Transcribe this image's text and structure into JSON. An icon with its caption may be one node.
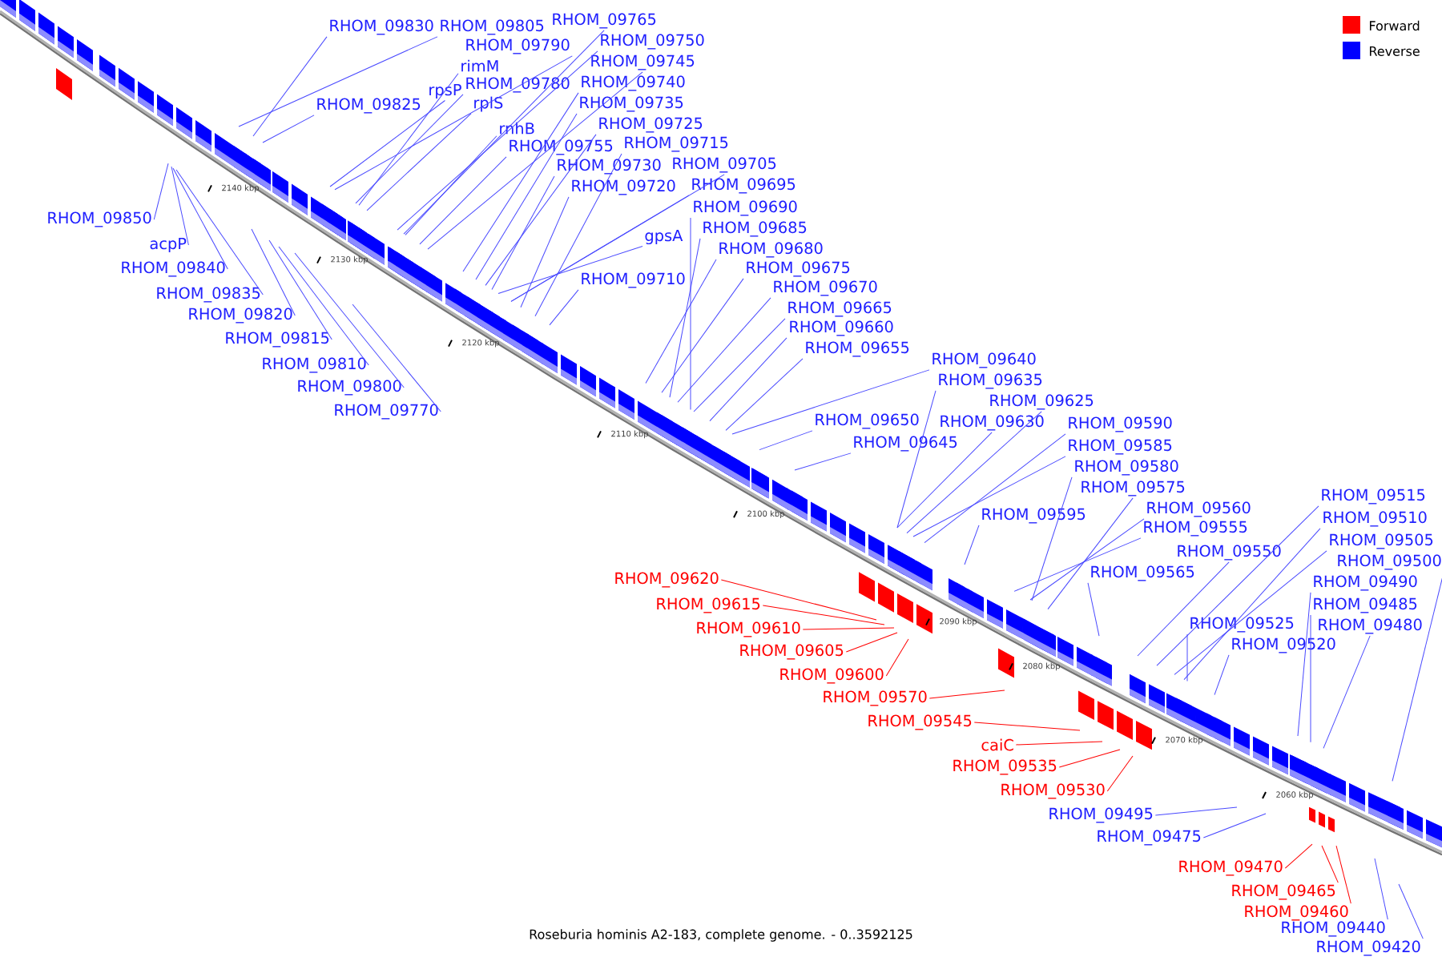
{
  "diagram": {
    "caption": "Roseburia hominis A2-183, complete genome. - 0..3592125",
    "nodes": [
      {
        "text": [
          "RHOM_09830"
        ]
      },
      {
        "text": [
          "RHOM_09805"
        ]
      },
      {
        "text": [
          "RHOM_09765"
        ]
      },
      {
        "text": [
          "RHOM_09790"
        ]
      },
      {
        "text": [
          "rimM"
        ]
      },
      {
        "text": [
          "RHOM_09750"
        ]
      },
      {
        "text": [
          "RHOM_09745"
        ]
      },
      {
        "text": [
          "RHOM_09780"
        ]
      },
      {
        "text": [
          "rpsP"
        ]
      },
      {
        "text": [
          "RHOM_09740"
        ]
      },
      {
        "text": [
          "RHOM_09825"
        ]
      },
      {
        "text": [
          "rplS"
        ]
      },
      {
        "text": [
          "RHOM_09735"
        ]
      },
      {
        "text": [
          "rnhB"
        ]
      },
      {
        "text": [
          "RHOM_09725"
        ]
      },
      {
        "text": [
          "RHOM_09755"
        ]
      },
      {
        "text": [
          "RHOM_09715"
        ]
      },
      {
        "text": [
          "RHOM_09730"
        ]
      },
      {
        "text": [
          "RHOM_09705"
        ]
      },
      {
        "text": [
          "RHOM_09720"
        ]
      },
      {
        "text": [
          "RHOM_09695"
        ]
      },
      {
        "text": [
          "RHOM_09690"
        ]
      },
      {
        "text": [
          "gpsA"
        ]
      },
      {
        "text": [
          "RHOM_09685"
        ]
      },
      {
        "text": [
          "RHOM_09680"
        ]
      },
      {
        "text": [
          "RHOM_09710"
        ]
      },
      {
        "text": [
          "RHOM_09675"
        ]
      },
      {
        "text": [
          "RHOM_09670"
        ]
      },
      {
        "text": [
          "RHOM_09665"
        ]
      },
      {
        "text": [
          "RHOM_09660"
        ]
      },
      {
        "text": [
          "RHOM_09655"
        ]
      },
      {
        "text": [
          "RHOM_09640"
        ]
      },
      {
        "text": [
          "RHOM_09635"
        ]
      },
      {
        "text": [
          "RHOM_09625"
        ]
      },
      {
        "text": [
          "RHOM_09650"
        ]
      },
      {
        "text": [
          "RHOM_09630"
        ]
      },
      {
        "text": [
          "RHOM_09590"
        ]
      },
      {
        "text": [
          "RHOM_09645"
        ]
      },
      {
        "text": [
          "RHOM_09585"
        ]
      },
      {
        "text": [
          "RHOM_09580"
        ]
      },
      {
        "text": [
          "RHOM_09575"
        ]
      },
      {
        "text": [
          "RHOM_09595"
        ]
      },
      {
        "text": [
          "RHOM_09560"
        ]
      },
      {
        "text": [
          "RHOM_09555"
        ]
      },
      {
        "text": [
          "RHOM_09550"
        ]
      },
      {
        "text": [
          "RHOM_09565"
        ]
      },
      {
        "text": [
          "RHOM_09515"
        ]
      },
      {
        "text": [
          "RHOM_09510"
        ]
      },
      {
        "text": [
          "RHOM_09505"
        ]
      },
      {
        "text": [
          "RHOM_09500"
        ]
      },
      {
        "text": [
          "RHOM_09490"
        ]
      },
      {
        "text": [
          "RHOM_09485"
        ]
      },
      {
        "text": [
          "RHOM_09480"
        ]
      },
      {
        "text": [
          "RHOM_09525"
        ]
      },
      {
        "text": [
          "RHOM_09520"
        ]
      },
      {
        "text": [
          "RHOM_09850"
        ]
      },
      {
        "text": [
          "acpP"
        ]
      },
      {
        "text": [
          "RHOM_09840"
        ]
      },
      {
        "text": [
          "RHOM_09835"
        ]
      },
      {
        "text": [
          "RHOM_09820"
        ]
      },
      {
        "text": [
          "RHOM_09815"
        ]
      },
      {
        "text": [
          "RHOM_09810"
        ]
      },
      {
        "text": [
          "RHOM_09800"
        ]
      },
      {
        "text": [
          "RHOM_09770"
        ]
      },
      {
        "text": [
          "RHOM_09620"
        ]
      },
      {
        "text": [
          "RHOM_09615"
        ]
      },
      {
        "text": [
          "RHOM_09610"
        ]
      },
      {
        "text": [
          "RHOM_09605"
        ]
      },
      {
        "text": [
          "RHOM_09600"
        ]
      },
      {
        "text": [
          "RHOM_09570"
        ]
      },
      {
        "text": [
          "RHOM_09545"
        ]
      },
      {
        "text": [
          "caiC"
        ]
      },
      {
        "text": [
          "RHOM_09535"
        ]
      },
      {
        "text": [
          "RHOM_09530"
        ]
      },
      {
        "text": [
          "RHOM_09495"
        ]
      },
      {
        "text": [
          "RHOM_09475"
        ]
      },
      {
        "text": [
          "RHOM_09470"
        ]
      },
      {
        "text": [
          "RHOM_09465"
        ]
      },
      {
        "text": [
          "RHOM_09460"
        ]
      },
      {
        "text": [
          "RHOM_09440"
        ]
      },
      {
        "text": [
          "RHOM_09420"
        ]
      }
    ],
    "edges": [
      {
        "from": 0,
        "to": null,
        "arrow": "none"
      },
      {
        "from": 1,
        "to": null,
        "arrow": "none"
      },
      {
        "from": 2,
        "to": null,
        "arrow": "none"
      },
      {
        "from": 3,
        "to": null,
        "arrow": "none"
      },
      {
        "from": 4,
        "to": null,
        "arrow": "none"
      },
      {
        "from": 5,
        "to": null,
        "arrow": "none"
      },
      {
        "from": 6,
        "to": null,
        "arrow": "none"
      },
      {
        "from": 7,
        "to": null,
        "arrow": "none"
      },
      {
        "from": 8,
        "to": null,
        "arrow": "none"
      },
      {
        "from": 9,
        "to": null,
        "arrow": "none"
      },
      {
        "from": 10,
        "to": null,
        "arrow": "none"
      },
      {
        "from": 11,
        "to": null,
        "arrow": "none"
      },
      {
        "from": 12,
        "to": null,
        "arrow": "none"
      },
      {
        "from": 13,
        "to": null,
        "arrow": "none"
      },
      {
        "from": 14,
        "to": null,
        "arrow": "none"
      },
      {
        "from": 15,
        "to": null,
        "arrow": "none"
      },
      {
        "from": 16,
        "to": null,
        "arrow": "none"
      },
      {
        "from": 17,
        "to": null,
        "arrow": "none"
      },
      {
        "from": 18,
        "to": null,
        "arrow": "none"
      },
      {
        "from": 19,
        "to": null,
        "arrow": "none"
      },
      {
        "from": 20,
        "to": null,
        "arrow": "none"
      },
      {
        "from": 21,
        "to": null,
        "arrow": "none"
      },
      {
        "from": 22,
        "to": null,
        "arrow": "none"
      },
      {
        "from": 23,
        "to": null,
        "arrow": "none"
      },
      {
        "from": 24,
        "to": null,
        "arrow": "none"
      },
      {
        "from": 25,
        "to": null,
        "arrow": "none"
      },
      {
        "from": 26,
        "to": null,
        "arrow": "none"
      },
      {
        "from": 27,
        "to": null,
        "arrow": "none"
      },
      {
        "from": 28,
        "to": null,
        "arrow": "none"
      },
      {
        "from": 29,
        "to": null,
        "arrow": "none"
      },
      {
        "from": 30,
        "to": null,
        "arrow": "none"
      },
      {
        "from": 31,
        "to": null,
        "arrow": "none"
      },
      {
        "from": 32,
        "to": null,
        "arrow": "none"
      },
      {
        "from": 33,
        "to": null,
        "arrow": "none"
      },
      {
        "from": 34,
        "to": null,
        "arrow": "none"
      },
      {
        "from": 35,
        "to": null,
        "arrow": "none"
      },
      {
        "from": 36,
        "to": null,
        "arrow": "none"
      },
      {
        "from": 37,
        "to": null,
        "arrow": "none"
      },
      {
        "from": 38,
        "to": null,
        "arrow": "none"
      },
      {
        "from": 39,
        "to": null,
        "arrow": "none"
      },
      {
        "from": 40,
        "to": null,
        "arrow": "none"
      },
      {
        "from": 41,
        "to": null,
        "arrow": "none"
      },
      {
        "from": 42,
        "to": null,
        "arrow": "none"
      },
      {
        "from": 43,
        "to": null,
        "arrow": "none"
      },
      {
        "from": 44,
        "to": null,
        "arrow": "none"
      },
      {
        "from": 45,
        "to": null,
        "arrow": "none"
      },
      {
        "from": 46,
        "to": null,
        "arrow": "none"
      },
      {
        "from": 47,
        "to": null,
        "arrow": "none"
      },
      {
        "from": 48,
        "to": null,
        "arrow": "none"
      },
      {
        "from": 49,
        "to": null,
        "arrow": "none"
      },
      {
        "from": 50,
        "to": null,
        "arrow": "none"
      },
      {
        "from": 51,
        "to": null,
        "arrow": "none"
      },
      {
        "from": 52,
        "to": null,
        "arrow": "none"
      },
      {
        "from": 53,
        "to": null,
        "arrow": "none"
      },
      {
        "from": 54,
        "to": null,
        "arrow": "none"
      },
      {
        "from": 55,
        "to": null,
        "arrow": "none"
      },
      {
        "from": 56,
        "to": null,
        "arrow": "none"
      },
      {
        "from": 57,
        "to": null,
        "arrow": "none"
      },
      {
        "from": 58,
        "to": null,
        "arrow": "none"
      },
      {
        "from": 59,
        "to": null,
        "arrow": "none"
      },
      {
        "from": 60,
        "to": null,
        "arrow": "none"
      },
      {
        "from": 61,
        "to": null,
        "arrow": "none"
      },
      {
        "from": 62,
        "to": null,
        "arrow": "none"
      },
      {
        "from": 63,
        "to": null,
        "arrow": "none"
      },
      {
        "from": 64,
        "to": null,
        "arrow": "none",
        "color": "#ff0000"
      },
      {
        "from": 65,
        "to": null,
        "arrow": "none",
        "color": "#ff0000"
      },
      {
        "from": 66,
        "to": null,
        "arrow": "none",
        "color": "#ff0000"
      },
      {
        "from": 67,
        "to": null,
        "arrow": "none",
        "color": "#ff0000"
      },
      {
        "from": 68,
        "to": null,
        "arrow": "none",
        "color": "#ff0000"
      },
      {
        "from": 69,
        "to": null,
        "arrow": "none",
        "color": "#ff0000"
      },
      {
        "from": 70,
        "to": null,
        "arrow": "none",
        "color": "#ff0000"
      },
      {
        "from": 71,
        "to": null,
        "arrow": "none",
        "color": "#ff0000"
      },
      {
        "from": 72,
        "to": null,
        "arrow": "none",
        "color": "#ff0000"
      },
      {
        "from": 73,
        "to": null,
        "arrow": "none",
        "color": "#ff0000"
      },
      {
        "from": 74,
        "to": null,
        "arrow": "none"
      },
      {
        "from": 75,
        "to": null,
        "arrow": "none"
      },
      {
        "from": 76,
        "to": null,
        "arrow": "none",
        "color": "#ff0000"
      },
      {
        "from": 77,
        "to": null,
        "arrow": "none",
        "color": "#ff0000"
      },
      {
        "from": 78,
        "to": null,
        "arrow": "none",
        "color": "#ff0000"
      },
      {
        "from": 79,
        "to": null,
        "arrow": "none"
      },
      {
        "from": 80,
        "to": null,
        "arrow": "none"
      }
    ],
    "labels": [
      "2140 kbp",
      "2130 kbp",
      "2120 kbp",
      "2110 kbp",
      "2100 kbp",
      "2090 kbp",
      "2080 kbp",
      "2070 kbp",
      "2060 kbp"
    ],
    "legend": [
      {
        "text": "Forward",
        "color": "#ff0000"
      },
      {
        "text": "Reverse",
        "color": "#0000ff"
      }
    ]
  }
}
